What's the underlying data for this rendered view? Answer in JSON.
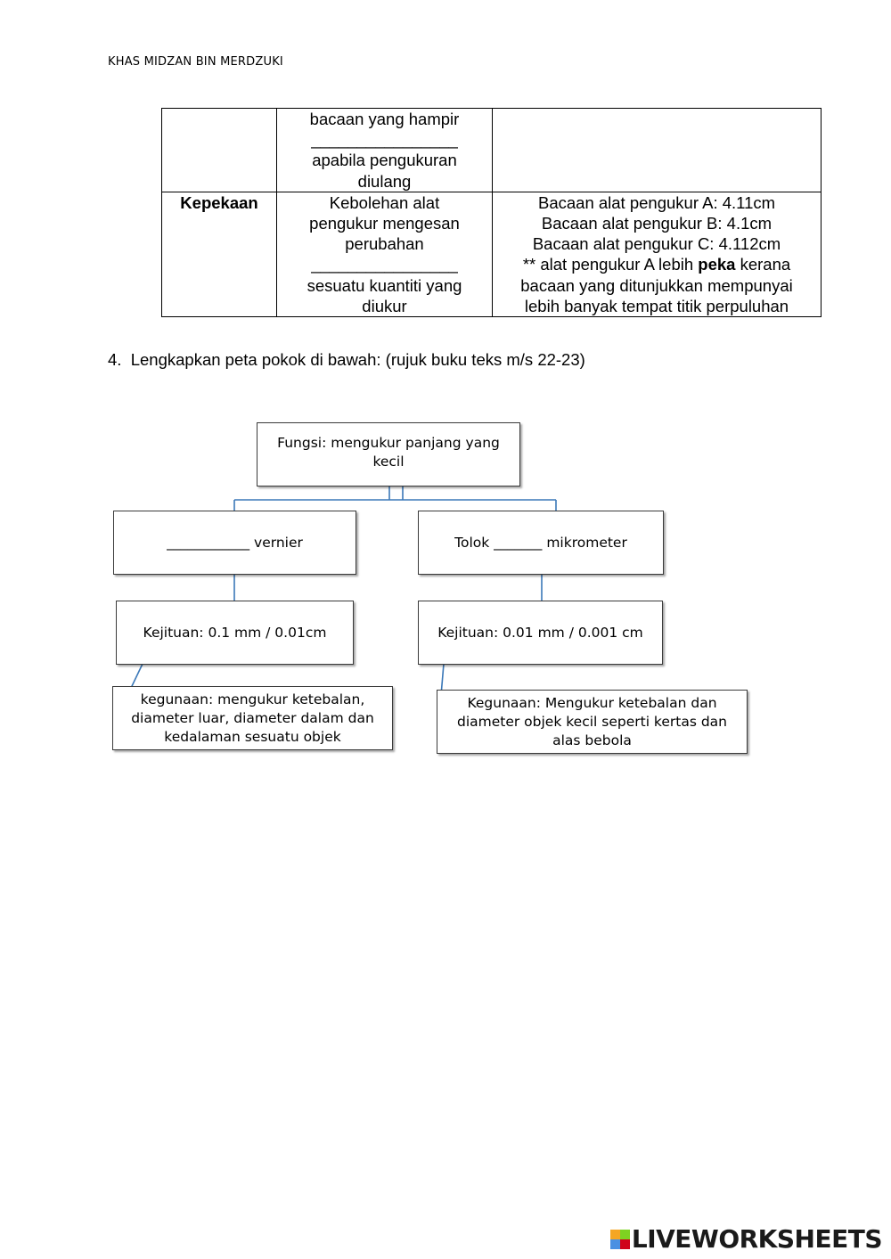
{
  "header": {
    "name": "KHAS MIDZAN BIN MERDZUKI"
  },
  "table": {
    "row1": {
      "label": "",
      "definition": [
        "bacaan yang hampir",
        "________________",
        "apabila pengukuran",
        "diulang"
      ],
      "example": []
    },
    "row2": {
      "label": "Kepekaan",
      "definition": [
        "Kebolehan alat",
        "pengukur mengesan",
        "perubahan",
        "________________",
        "sesuatu kuantiti yang",
        "diukur"
      ],
      "example": {
        "line1": "Bacaan alat pengukur A: 4.11cm",
        "line2": "Bacaan alat pengukur B: 4.1cm",
        "line3": "Bacaan alat pengukur C: 4.112cm",
        "line4_pre": "** alat pengukur A lebih ",
        "line4_bold": "peka",
        "line4_post": " kerana",
        "line5": "bacaan yang ditunjukkan mempunyai",
        "line6": "lebih banyak tempat titik perpuluhan"
      }
    }
  },
  "question": {
    "number": "4.",
    "text": "Lengkapkan peta pokok di bawah: (rujuk buku teks m/s 22-23)"
  },
  "tree": {
    "root": "Fungsi: mengukur panjang yang kecil",
    "left_branch": {
      "name": "____________ vernier",
      "precision": "Kejituan: 0.1 mm / 0.01cm",
      "usage": "kegunaan: mengukur ketebalan, diameter luar, diameter dalam dan kedalaman sesuatu objek"
    },
    "right_branch": {
      "name": "Tolok _______ mikrometer",
      "precision": "Kejituan: 0.01 mm / 0.001 cm",
      "usage": "Kegunaan: Mengukur ketebalan dan diameter objek kecil seperti kertas dan alas bebola"
    },
    "connector_color": "#3b78b8"
  },
  "logo": {
    "text": "LIVEWORKSHEETS",
    "colors": [
      "#f5a623",
      "#7ed321",
      "#4a90e2",
      "#d0021b"
    ]
  }
}
